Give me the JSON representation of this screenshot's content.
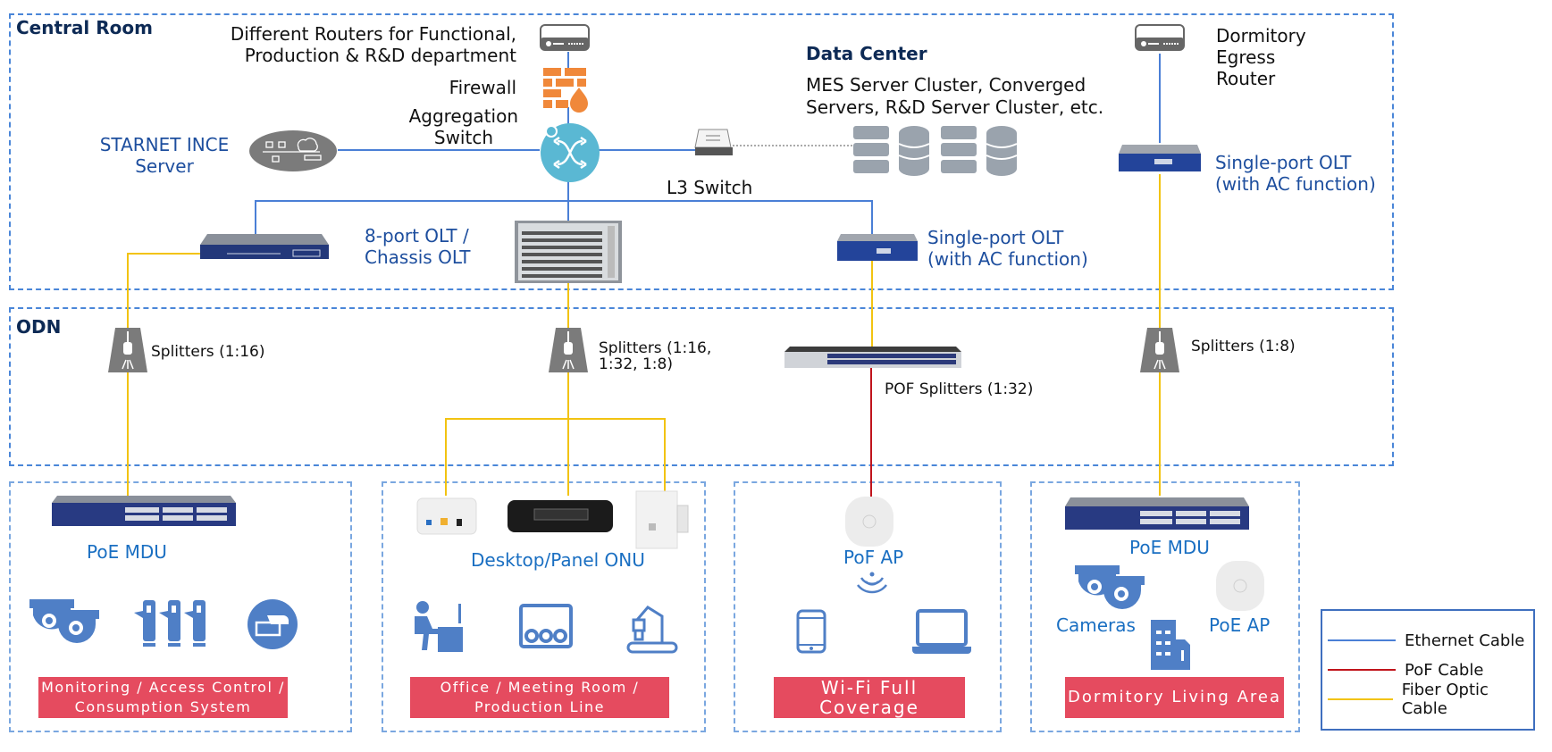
{
  "colors": {
    "ethernet": "#4a7fd6",
    "pof": "#c0141c",
    "fiber": "#f2c311",
    "zone_border": "#4a86d8",
    "banner": "#e54b5f",
    "icon_blue": "#4f7fc6",
    "device_label": "#1d4e9e",
    "access_label": "#1a6fc2"
  },
  "zones": {
    "central_room": "Central Room",
    "odn": "ODN"
  },
  "central_room": {
    "routers_label": "Different  Routers for Functional, Production & R&D department",
    "routers_label_line1": "Different  Routers for Functional,",
    "routers_label_line2": "Production & R&D department",
    "firewall_label": "Firewall",
    "aggregation_label_line1": "Aggregation",
    "aggregation_label_line2": "Switch",
    "starnet_label_line1": "STARNET INCE",
    "starnet_label_line2": "Server",
    "l3_switch_label": "L3 Switch",
    "data_center_title": "Data Center",
    "data_center_line1": "MES Server Cluster, Converged",
    "data_center_line2": "Servers, R&D Server Cluster, etc.",
    "olt_label_line1": "8-port OLT /",
    "olt_label_line2": "Chassis OLT",
    "single_olt_label_line1": "Single-port OLT",
    "single_olt_label_line2": "(with AC function)",
    "dorm_router_line1": "Dormitory",
    "dorm_router_line2": "Egress",
    "dorm_router_line3": "Router",
    "dorm_olt_line1": "Single-port OLT",
    "dorm_olt_line2": "(with AC function)"
  },
  "odn": {
    "splitter1": "Splitters (1:16)",
    "splitter2_line1": "Splitters (1:16,",
    "splitter2_line2": "1:32, 1:8)",
    "pof_splitter": "POF Splitters (1:32)",
    "splitter4": "Splitters (1:8)"
  },
  "access": [
    {
      "device": "PoE MDU",
      "icons": [
        "camera-icon",
        "turnstile-icon",
        "card-payment-icon"
      ],
      "banner_line1": "Monitoring / Access Control /",
      "banner_line2": "Consumption System"
    },
    {
      "device": "Desktop/Panel ONU",
      "icons": [
        "office-worker-icon",
        "meeting-room-icon",
        "robot-arm-icon"
      ],
      "banner_line1": "Office / Meeting Room /",
      "banner_line2": "Production Line"
    },
    {
      "device": "PoF AP",
      "icons": [
        "wifi-icon",
        "smartphone-icon",
        "laptop-icon"
      ],
      "banner_line1": "Wi-Fi Full Coverage"
    },
    {
      "device": "PoE MDU",
      "cameras_label": "Cameras",
      "ap_label": "PoE AP",
      "icons": [
        "camera-icon",
        "building-icon",
        "access-point-icon"
      ],
      "banner_line1": "Dormitory Living Area"
    }
  ],
  "legend": [
    {
      "label": "Ethernet Cable",
      "color": "#4a7fd6"
    },
    {
      "label": "PoF Cable",
      "color": "#c0141c"
    },
    {
      "label": "Fiber Optic Cable",
      "color": "#f2c311"
    }
  ]
}
